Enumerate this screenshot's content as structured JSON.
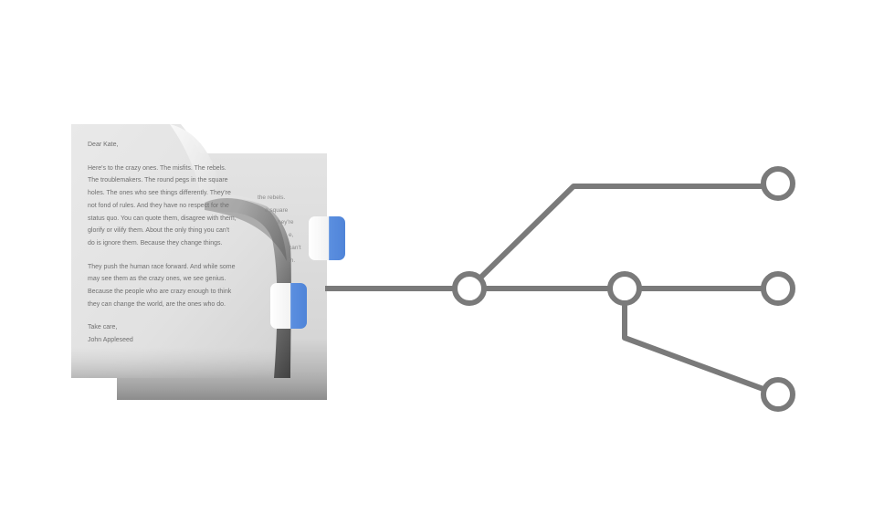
{
  "colors": {
    "line": "#7a7a7a",
    "node_fill": "#ffffff",
    "tab_blue": "#5b8fe0",
    "paper": "#e6e6e6",
    "paper_shadow": "#9a9a9a",
    "text": "#6f6f6f"
  },
  "document": {
    "icon": "stacked-documents-icon",
    "greeting": "Dear Kate,",
    "paragraph_1": [
      "Here's to the crazy ones. The misfits. The rebels.",
      "The troublemakers. The round pegs in the square",
      "holes. The ones who see things differently. They're",
      "not fond of rules. And they have no respect for the",
      "status quo. You can quote them, disagree with them,",
      "glorify or vilify them. About the only thing you can't",
      "do is ignore them. Because they change things."
    ],
    "paragraph_2": [
      "They push the human race forward. And while some",
      "may see them as the crazy ones, we see genius.",
      "Because the people who are crazy enough to think",
      "they can change the world, are the ones who do."
    ],
    "closing": "Take care,",
    "signature": "John Appleseed",
    "back_page_fragments": [
      "the rebels.",
      "e square",
      "hey're",
      "e,",
      "can't",
      "th."
    ]
  },
  "diagram": {
    "branch_node_icon": "branch-node-icon",
    "endpoint_icon": "endpoint-node-icon"
  }
}
